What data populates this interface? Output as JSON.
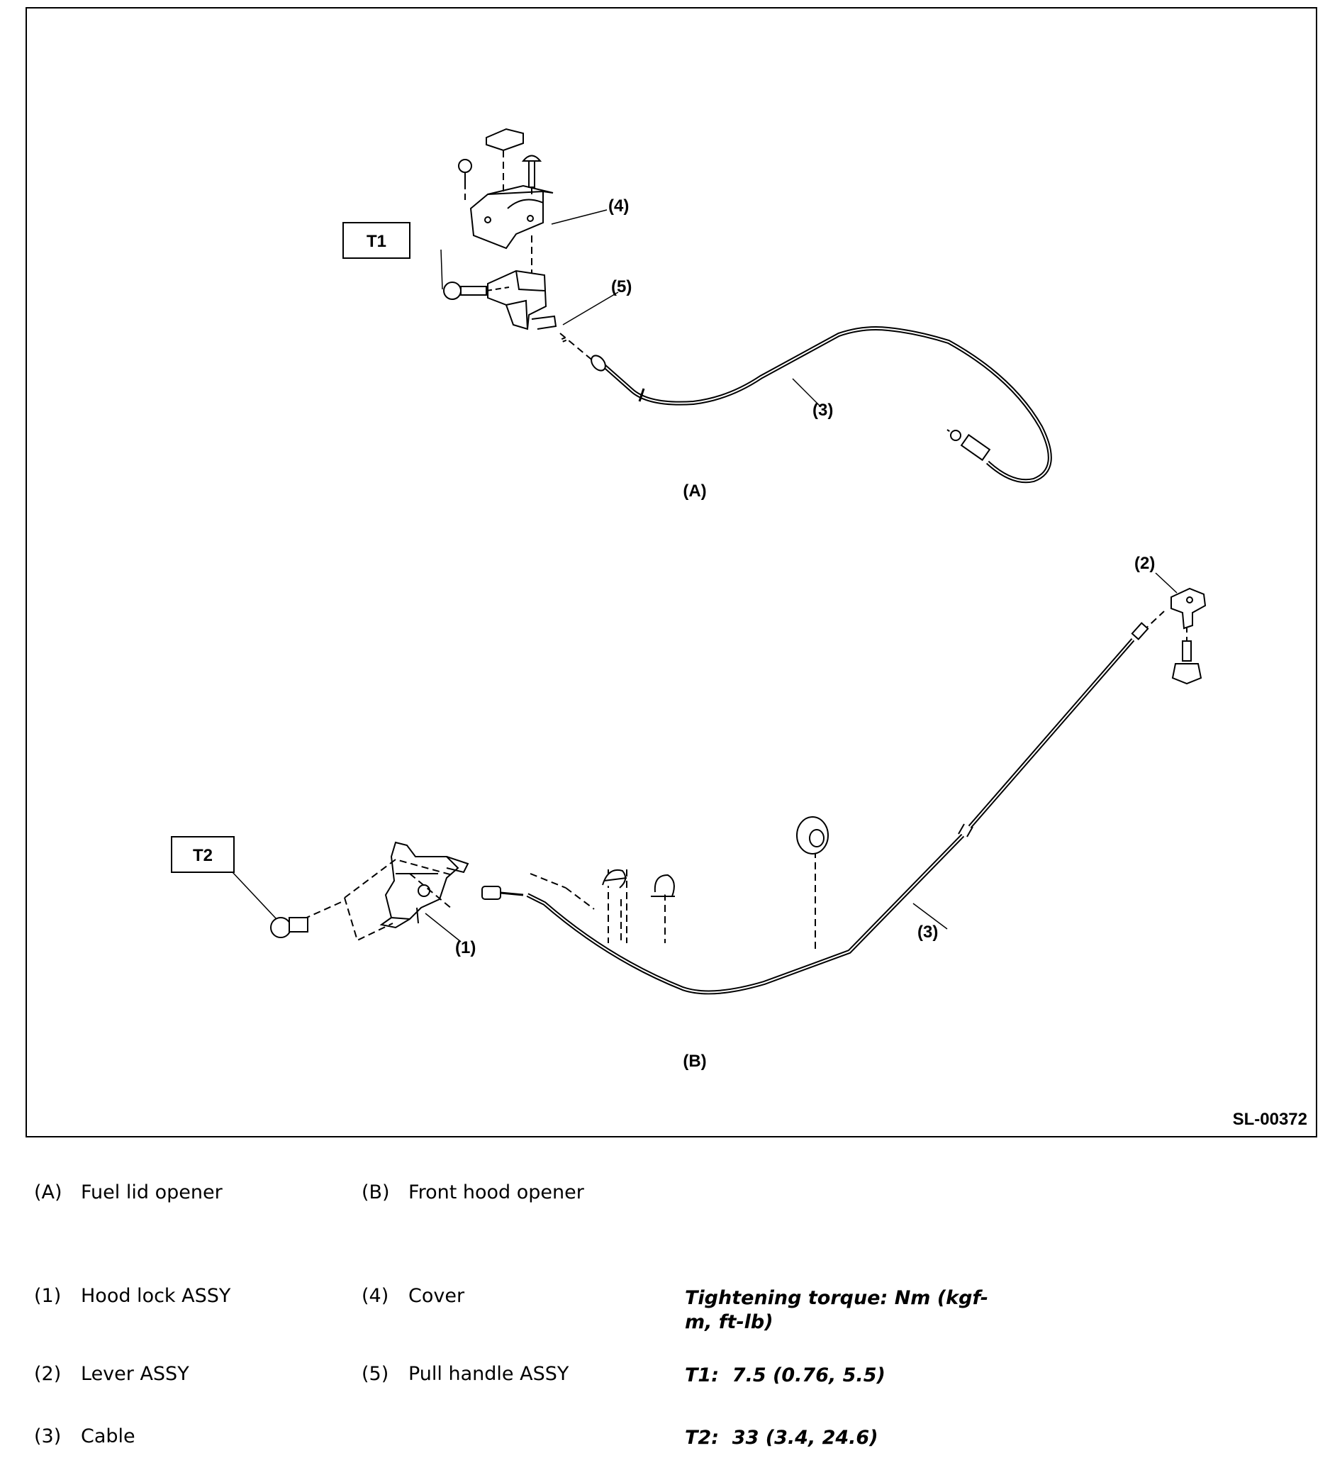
{
  "diagram": {
    "callouts": {
      "c1": "(1)",
      "c2": "(2)",
      "c3a": "(3)",
      "c3b": "(3)",
      "c4": "(4)",
      "c5": "(5)",
      "A": "(A)",
      "B": "(B)"
    },
    "torque_boxes": {
      "t1": "T1",
      "t2": "T2"
    },
    "figure_code": "SL-00372"
  },
  "legend": {
    "A": {
      "key": "(A)",
      "text": "Fuel lid opener"
    },
    "B": {
      "key": "(B)",
      "text": "Front hood opener"
    },
    "1": {
      "key": "(1)",
      "text": "Hood lock ASSY"
    },
    "2": {
      "key": "(2)",
      "text": "Lever ASSY"
    },
    "3": {
      "key": "(3)",
      "text": "Cable"
    },
    "4": {
      "key": "(4)",
      "text": "Cover"
    },
    "5": {
      "key": "(5)",
      "text": "Pull handle ASSY"
    }
  },
  "torque": {
    "heading": "Tightening torque: Nm (kgf-m, ft-lb)",
    "t1": "T1:  7.5 (0.76, 5.5)",
    "t2": "T2:  33 (3.4, 24.6)"
  }
}
